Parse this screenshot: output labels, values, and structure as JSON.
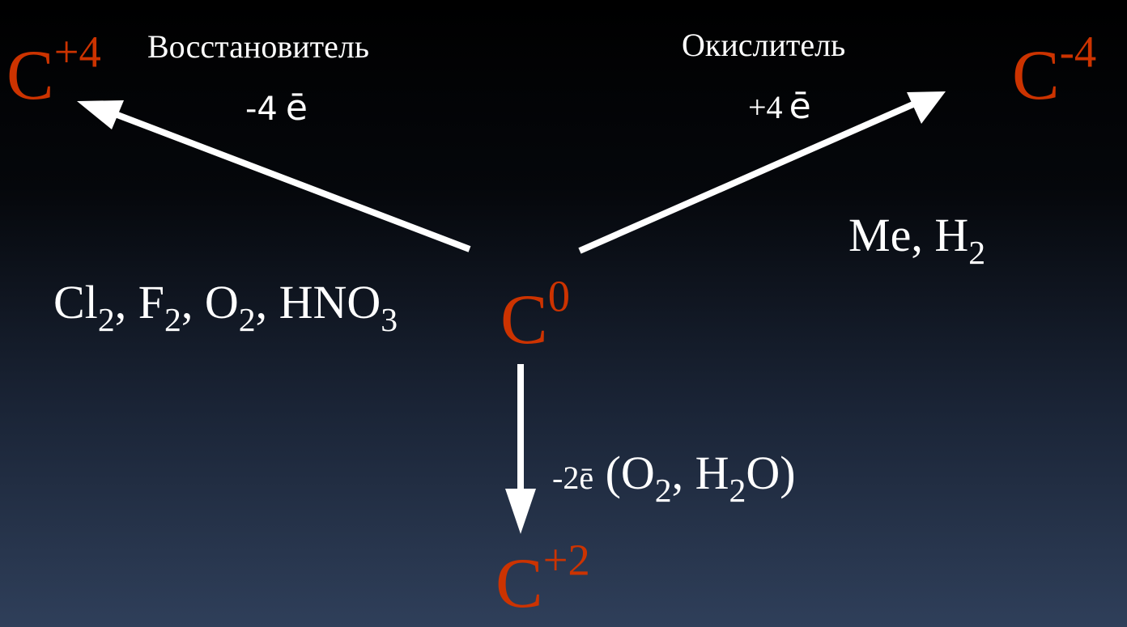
{
  "species": {
    "left": {
      "symbol": "C",
      "charge": "+4"
    },
    "right": {
      "symbol": "C",
      "charge": "-4"
    },
    "center": {
      "symbol": "C",
      "charge": "0"
    },
    "bottom": {
      "symbol": "C",
      "charge": "+2"
    }
  },
  "branches": {
    "left": {
      "role": "Восстановитель",
      "transfer_sign": "-4",
      "transfer_electron": "ē",
      "agents": [
        {
          "formula": "Cl",
          "sub": "2",
          "sep": ", "
        },
        {
          "formula": "F",
          "sub": "2",
          "sep": ", "
        },
        {
          "formula": "O",
          "sub": "2",
          "sep": ", "
        },
        {
          "formula": "HNO",
          "sub": "3",
          "sep": ""
        }
      ]
    },
    "right": {
      "role": "Окислитель",
      "transfer_sign": "+4",
      "transfer_electron": "ē",
      "agents": {
        "metal": "Me, H",
        "h_sub": "2"
      }
    },
    "down": {
      "transfer": "-2ē",
      "open": "(O",
      "o_sub": "2",
      "mid": ", H",
      "h_sub": "2",
      "close": "O)"
    }
  },
  "colors": {
    "species": "#cc3300",
    "text": "#ffffff",
    "arrow": "#ffffff",
    "background_top": "#000000",
    "background_bottom": "#2f3f5a"
  }
}
